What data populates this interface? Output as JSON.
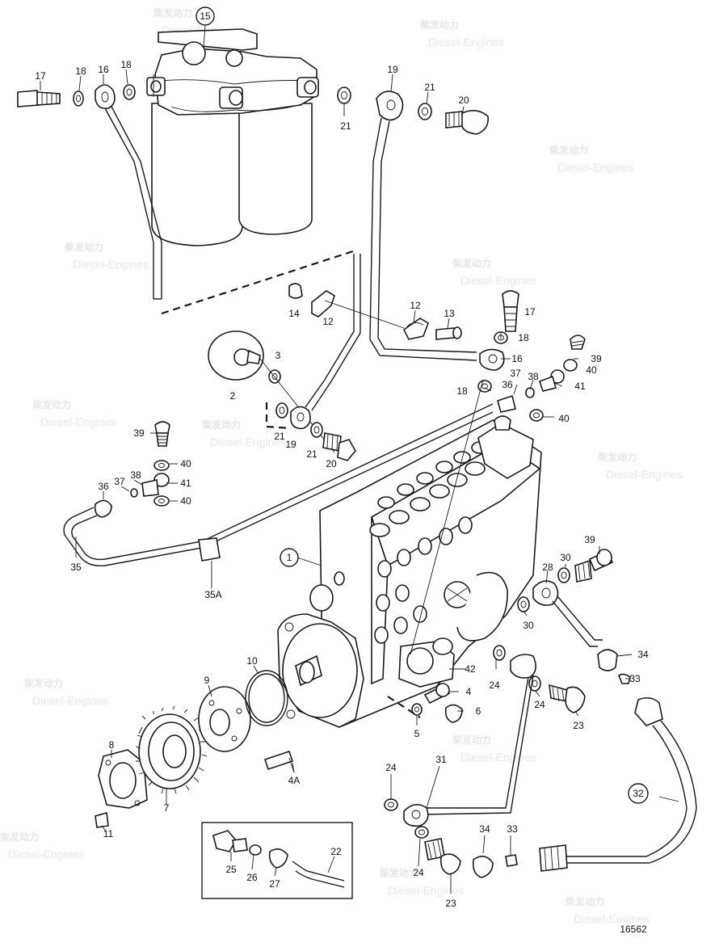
{
  "diagram": {
    "drawing_number": "16562",
    "watermark": {
      "brand_cn": "柴发动力",
      "brand_en": "Diesel-Engines"
    },
    "callouts": [
      {
        "id": "c15",
        "text": "15",
        "circled": true
      },
      {
        "id": "c17a",
        "text": "17"
      },
      {
        "id": "c18a",
        "text": "18"
      },
      {
        "id": "c16a",
        "text": "16"
      },
      {
        "id": "c18b",
        "text": "18"
      },
      {
        "id": "c19a",
        "text": "19"
      },
      {
        "id": "c21a",
        "text": "21"
      },
      {
        "id": "c20a",
        "text": "20"
      },
      {
        "id": "c21b",
        "text": "21"
      },
      {
        "id": "c14",
        "text": "14"
      },
      {
        "id": "c12a",
        "text": "12"
      },
      {
        "id": "c12b",
        "text": "12"
      },
      {
        "id": "c13",
        "text": "13"
      },
      {
        "id": "c17b",
        "text": "17"
      },
      {
        "id": "c18c",
        "text": "18"
      },
      {
        "id": "c16b",
        "text": "16"
      },
      {
        "id": "c39a",
        "text": "39"
      },
      {
        "id": "c40a",
        "text": "40"
      },
      {
        "id": "c3",
        "text": "3"
      },
      {
        "id": "c2",
        "text": "2"
      },
      {
        "id": "c18d",
        "text": "18"
      },
      {
        "id": "c36a",
        "text": "36"
      },
      {
        "id": "c37a",
        "text": "37"
      },
      {
        "id": "c38a",
        "text": "38"
      },
      {
        "id": "c41a",
        "text": "41"
      },
      {
        "id": "c40b",
        "text": "40"
      },
      {
        "id": "c21c",
        "text": "21"
      },
      {
        "id": "c19b",
        "text": "19"
      },
      {
        "id": "c21d",
        "text": "21"
      },
      {
        "id": "c20b",
        "text": "20"
      },
      {
        "id": "c39b",
        "text": "39"
      },
      {
        "id": "c40c",
        "text": "40"
      },
      {
        "id": "c36b",
        "text": "36"
      },
      {
        "id": "c37b",
        "text": "37"
      },
      {
        "id": "c38b",
        "text": "38"
      },
      {
        "id": "c41b",
        "text": "41"
      },
      {
        "id": "c40d",
        "text": "40"
      },
      {
        "id": "c35",
        "text": "35"
      },
      {
        "id": "c35A",
        "text": "35A"
      },
      {
        "id": "c1",
        "text": "1",
        "circled": true
      },
      {
        "id": "c39c",
        "text": "39"
      },
      {
        "id": "c28",
        "text": "28"
      },
      {
        "id": "c30a",
        "text": "30"
      },
      {
        "id": "c30b",
        "text": "30"
      },
      {
        "id": "c34a",
        "text": "34"
      },
      {
        "id": "c33a",
        "text": "33"
      },
      {
        "id": "c42",
        "text": "42"
      },
      {
        "id": "c24a",
        "text": "24"
      },
      {
        "id": "c24b",
        "text": "24"
      },
      {
        "id": "c23a",
        "text": "23"
      },
      {
        "id": "c4",
        "text": "4"
      },
      {
        "id": "c6",
        "text": "6"
      },
      {
        "id": "c5",
        "text": "5"
      },
      {
        "id": "c10",
        "text": "10"
      },
      {
        "id": "c9",
        "text": "9"
      },
      {
        "id": "c4A",
        "text": "4A"
      },
      {
        "id": "c8",
        "text": "8"
      },
      {
        "id": "c7",
        "text": "7"
      },
      {
        "id": "c11",
        "text": "11"
      },
      {
        "id": "c31",
        "text": "31"
      },
      {
        "id": "c24c",
        "text": "24"
      },
      {
        "id": "c24d",
        "text": "24"
      },
      {
        "id": "c23b",
        "text": "23"
      },
      {
        "id": "c32",
        "text": "32",
        "circled": true
      },
      {
        "id": "c34b",
        "text": "34"
      },
      {
        "id": "c33b",
        "text": "33"
      },
      {
        "id": "c22",
        "text": "22"
      },
      {
        "id": "c25",
        "text": "25"
      },
      {
        "id": "c26",
        "text": "26"
      },
      {
        "id": "c27",
        "text": "27"
      }
    ]
  }
}
